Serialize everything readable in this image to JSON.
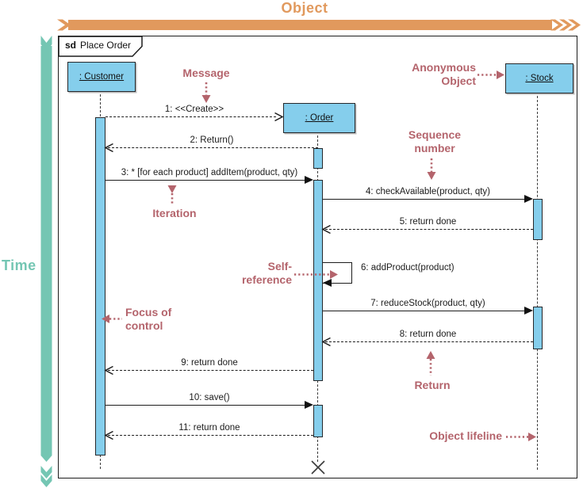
{
  "axis": {
    "object_label": "Object",
    "time_label": "Time"
  },
  "frame": {
    "keyword": "sd",
    "name": "Place Order"
  },
  "lifelines": {
    "customer": ": Customer",
    "order": ": Order",
    "stock": ": Stock"
  },
  "messages": [
    {
      "label": "1: <<Create>>",
      "type": "create",
      "line": "dashed",
      "arrowhead": "open"
    },
    {
      "label": "2: Return()",
      "type": "return",
      "line": "dashed",
      "arrowhead": "open"
    },
    {
      "label": "3: * [for each product] addItem(product, qty)",
      "type": "call",
      "line": "solid",
      "arrowhead": "filled"
    },
    {
      "label": "4: checkAvailable(product, qty)",
      "type": "call",
      "line": "solid",
      "arrowhead": "filled"
    },
    {
      "label": "5: return done",
      "type": "return",
      "line": "dashed",
      "arrowhead": "open"
    },
    {
      "label": "6: addProduct(product)",
      "type": "self",
      "line": "solid",
      "arrowhead": "filled"
    },
    {
      "label": "7: reduceStock(product, qty)",
      "type": "call",
      "line": "solid",
      "arrowhead": "filled"
    },
    {
      "label": "8: return done",
      "type": "return",
      "line": "dashed",
      "arrowhead": "open"
    },
    {
      "label": "9: return done",
      "type": "return",
      "line": "dashed",
      "arrowhead": "open"
    },
    {
      "label": "10: save()",
      "type": "call",
      "line": "solid",
      "arrowhead": "filled"
    },
    {
      "label": "11: return done",
      "type": "return",
      "line": "dashed",
      "arrowhead": "open"
    }
  ],
  "annotations": {
    "message": "Message",
    "anonymous_object": {
      "line1": "Anonymous",
      "line2": "Object"
    },
    "sequence_number": {
      "line1": "Sequence",
      "line2": "number"
    },
    "iteration": "Iteration",
    "self_reference": {
      "line1": "Self-",
      "line2": "reference"
    },
    "focus_of_control": {
      "line1": "Focus of",
      "line2": "control"
    },
    "return": "Return",
    "object_lifeline": "Object lifeline"
  },
  "colors": {
    "axis_orange": "#E1995D",
    "axis_teal": "#74C6B3",
    "annotation_rose": "#B4646C",
    "shape_fill_blue": "#85CEEC",
    "line_black": "#1D1D1D"
  }
}
